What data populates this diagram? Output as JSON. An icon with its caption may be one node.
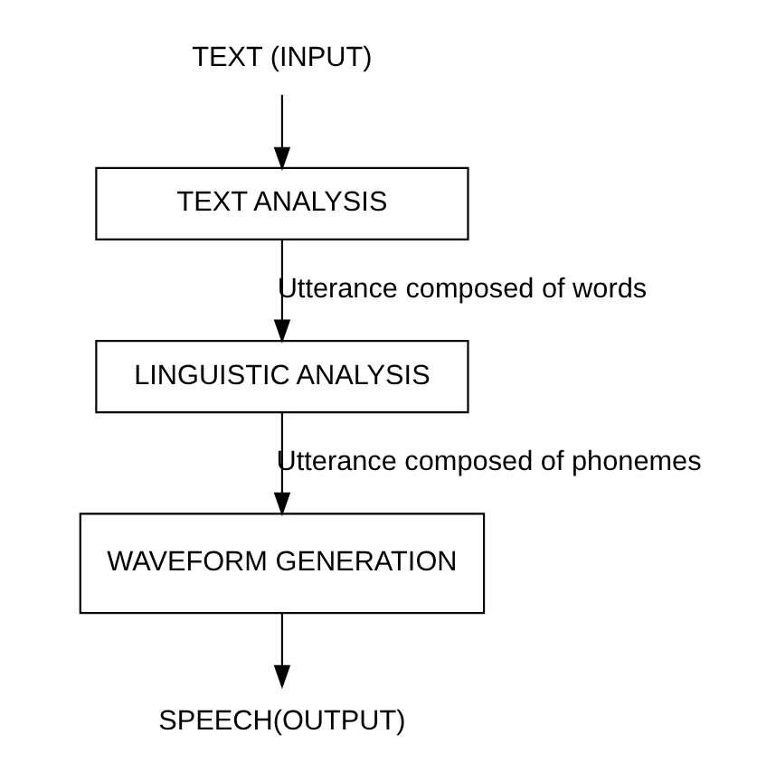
{
  "diagram": {
    "nodes": [
      {
        "text": [
          "TEXT (INPUT)"
        ]
      },
      {
        "text": [
          "TEXT ANALYSIS"
        ]
      },
      {
        "text": [
          "LINGUISTIC ANALYSIS"
        ]
      },
      {
        "text": [
          "WAVEFORM GENERATION"
        ]
      },
      {
        "text": [
          "SPEECH(OUTPUT)"
        ]
      }
    ],
    "edges": [
      {
        "from": 0,
        "to": 1,
        "arrow": "to"
      },
      {
        "from": 1,
        "to": 2,
        "arrow": "to",
        "label": "Utterance composed of words"
      },
      {
        "from": 2,
        "to": 3,
        "arrow": "to",
        "label": "Utterance composed of phonemes"
      },
      {
        "from": 3,
        "to": 4,
        "arrow": "to"
      }
    ]
  }
}
